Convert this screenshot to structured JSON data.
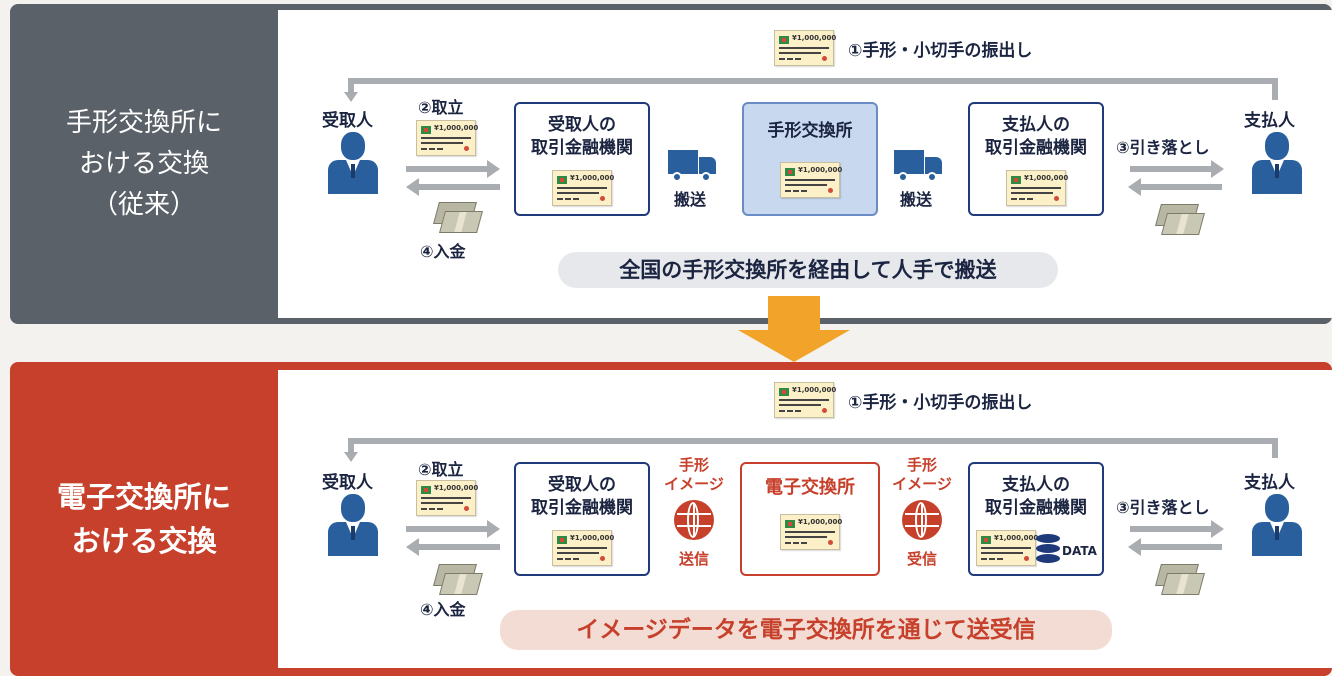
{
  "top": {
    "label": "手形交換所に\nおける交換\n（従来）",
    "issue": "①手形・小切手の振出し",
    "payee": "受取人",
    "payer": "支払人",
    "collect": "②取立",
    "deposit": "④入金",
    "debit": "③引き落とし",
    "payee_bank": "受取人の\n取引金融機関",
    "clearing_house": "手形交換所",
    "payer_bank": "支払人の\n取引金融機関",
    "transport_1": "搬送",
    "transport_2": "搬送",
    "banner": "全国の手形交換所を経由して人手で搬送"
  },
  "bottom": {
    "label": "電子交換所に\nおける交換",
    "issue": "①手形・小切手の振出し",
    "payee": "受取人",
    "payer": "支払人",
    "collect": "②取立",
    "deposit": "④入金",
    "debit": "③引き落とし",
    "payee_bank": "受取人の\n取引金融機関",
    "electronic_house": "電子交換所",
    "payer_bank": "支払人の\n取引金融機関",
    "image_send_title": "手形\nイメージ",
    "image_send": "送信",
    "image_recv_title": "手形\nイメージ",
    "image_recv": "受信",
    "data_label": "DATA",
    "banner": "イメージデータを電子交換所を通じて送受信"
  },
  "check_amount": "¥1,000,000",
  "colors": {
    "navy": "#1e3a7a",
    "red": "#c7402b",
    "orange": "#f2a42a",
    "gray": "#5a6168"
  },
  "icons": [
    "check-icon",
    "person-icon",
    "truck-icon",
    "money-icon",
    "globe-icon",
    "database-icon",
    "down-arrow-icon"
  ]
}
